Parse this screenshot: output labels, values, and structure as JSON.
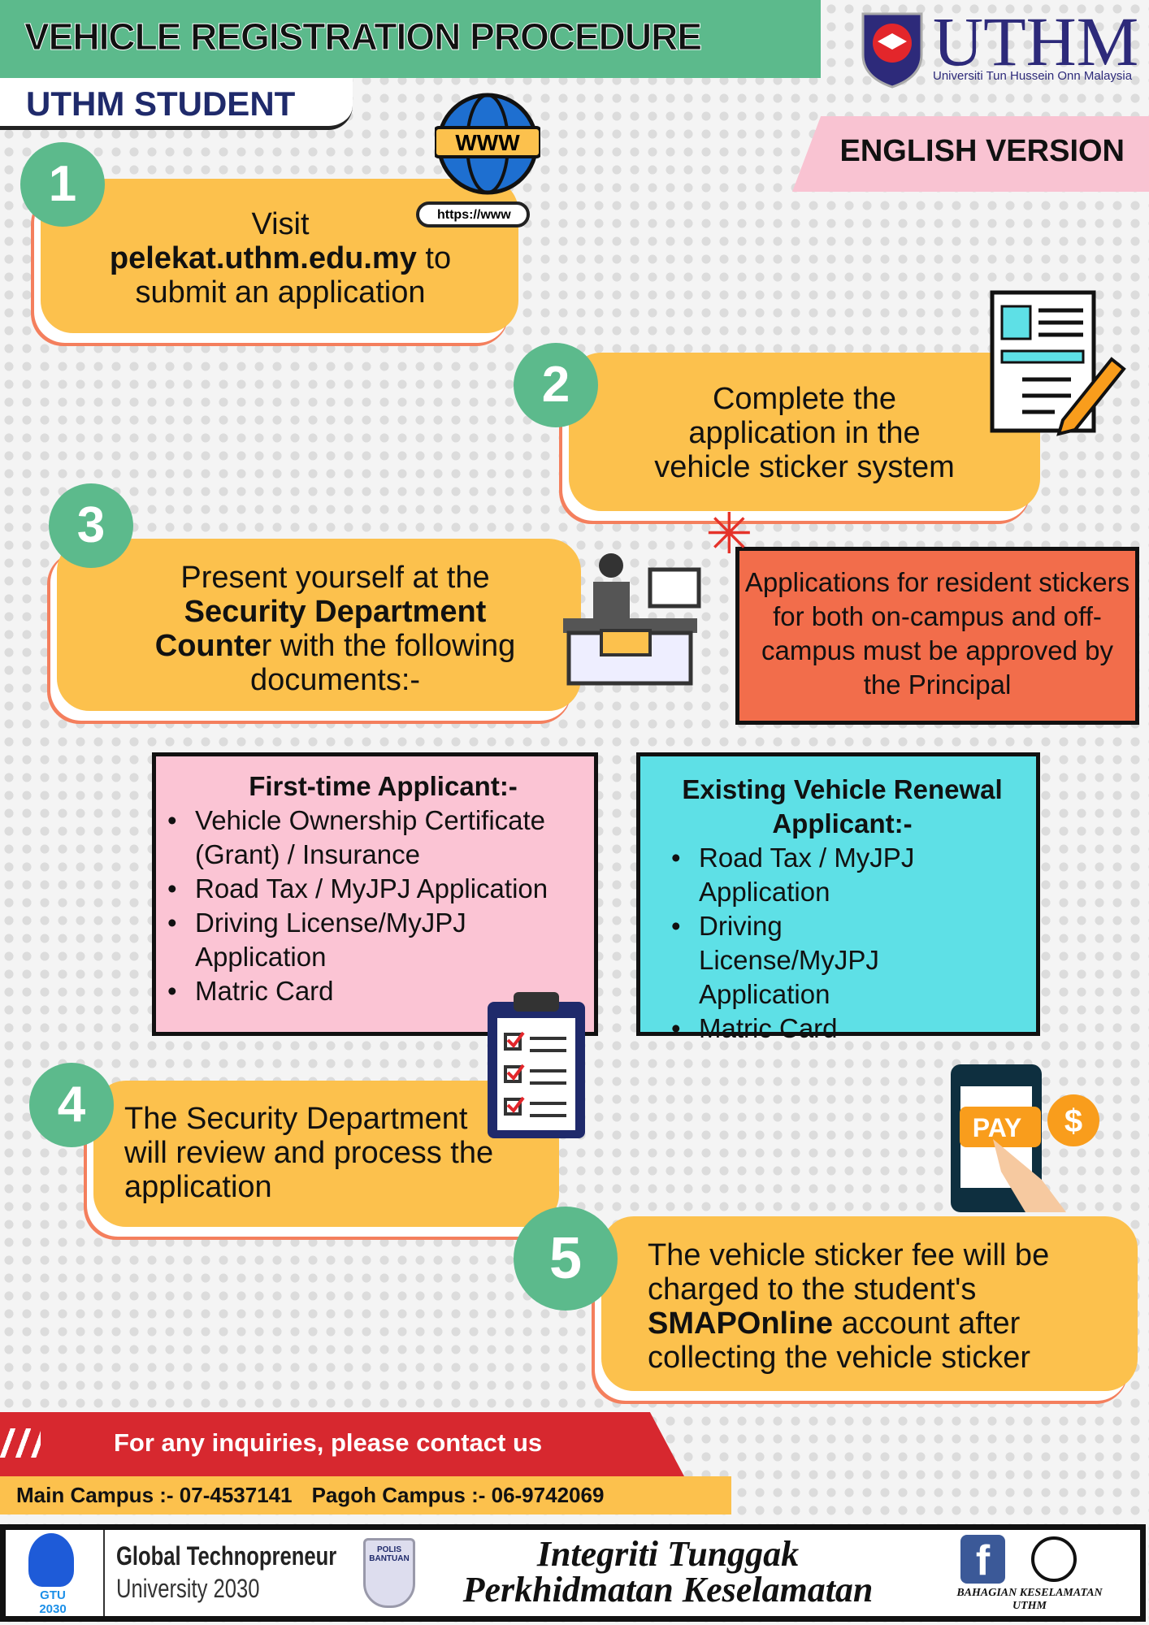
{
  "header": {
    "title": "VEHICLE REGISTRATION PROCEDURE",
    "subtitle": "UTHM STUDENT",
    "logo_text": "UTHM",
    "logo_subtext": "Universiti Tun Hussein Onn Malaysia",
    "version": "ENGLISH VERSION"
  },
  "steps": [
    {
      "number": "1",
      "line1": "Visit",
      "url": "pelekat.uthm.edu.my",
      "line2": " to",
      "line3": "submit an application",
      "browser_text": "https://www",
      "globe_text": "WWW"
    },
    {
      "number": "2",
      "lines": [
        "Complete the",
        "application in the",
        "vehicle sticker system"
      ]
    },
    {
      "number": "3",
      "line1": "Present yourself at the",
      "bold1": "Security Department",
      "bold2": "Counte",
      "rest2": "r with the following",
      "line4": "documents:-"
    },
    {
      "number": "4",
      "lines": [
        "The Security Department",
        "will review and process the",
        "application"
      ]
    },
    {
      "number": "5",
      "line1": "The vehicle sticker fee will be",
      "line2": "charged to the student's",
      "bold": "SMAPOnline",
      "rest3": " account after",
      "line4": "collecting the vehicle sticker",
      "pay_text": "PAY",
      "dollar": "$"
    }
  ],
  "note": "Applications for resident stickers for both on-campus and off-campus must be approved by the Principal",
  "first_time": {
    "title": "First-time Applicant:-",
    "items": [
      "Vehicle Ownership Certificate (Grant) / Insurance",
      "Road Tax / MyJPJ Application",
      "Driving License/MyJPJ Application",
      "Matric Card"
    ]
  },
  "renewal": {
    "title": "Existing Vehicle Renewal Applicant:-",
    "items": [
      "Road Tax / MyJPJ Application",
      "Driving License/MyJPJ Application",
      "Matric Card"
    ]
  },
  "contact": {
    "heading": "For any inquiries, please contact us",
    "main": "Main Campus :- 07-4537141",
    "pagoh": "Pagoh Campus :- 06-9742069"
  },
  "footer": {
    "gtu_badge": "GTU 2030",
    "gtu1": "Global Technopreneur",
    "gtu2": "University 2030",
    "polis": "POLIS BANTUAN",
    "motto1": "Integriti Tunggak",
    "motto2": "Perkhidmatan Keselamatan",
    "dept1": "BAHAGIAN KESELAMATAN",
    "dept2": "UTHM"
  }
}
